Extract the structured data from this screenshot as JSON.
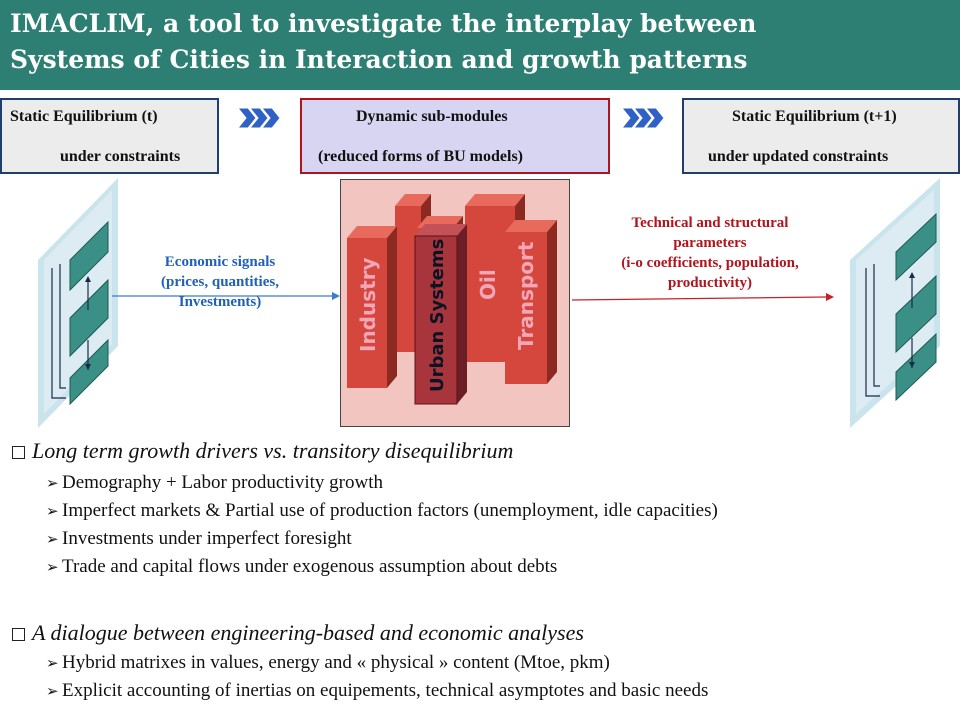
{
  "title": {
    "line1": "IMACLIM, a tool to investigate the interplay between",
    "line2": "Systems of Cities in Interaction and growth patterns"
  },
  "boxes": {
    "left": {
      "line1": "Static Equilibrium (t)",
      "line2": "under constraints"
    },
    "middle": {
      "line1": "Dynamic sub-modules",
      "line2": "(reduced forms of BU models)"
    },
    "right": {
      "line1": "Static Equilibrium (t+1)",
      "line2": "under updated  constraints"
    }
  },
  "modules": {
    "industry": "Industry",
    "oil": "Oil",
    "transport": "Transport",
    "urban_systems": "Urban Systems"
  },
  "signals": {
    "economic": {
      "line1": "Economic signals",
      "line2": "(prices, quantities,",
      "line3": "Investments)"
    },
    "technical": {
      "line1": "Technical and structural",
      "line2": "parameters",
      "line3": "(i-o coefficients, population,",
      "line4": "productivity)"
    }
  },
  "section1": {
    "heading": "Long term growth drivers vs. transitory disequilibrium",
    "bullets": [
      "Demography + Labor productivity growth",
      "Imperfect markets & Partial use of production factors (unemployment, idle capacities)",
      "Investments under imperfect foresight",
      "Trade and capital flows under exogenous assumption about debts"
    ]
  },
  "section2": {
    "heading": "A dialogue  between engineering-based and economic analyses",
    "bullets": [
      "Hybrid matrixes in values, energy and « physical » content  (Mtoe, pkm)",
      "Explicit accounting of inertias on equipements, technical asymptotes and basic needs"
    ]
  },
  "colors": {
    "header_bg": "#2e7f73",
    "accent_blue": "#1f60b8",
    "accent_red": "#b1141d",
    "block_red": "#d5473c",
    "block_dark_red": "#a8343c",
    "panel_teal": "#3a8f86"
  }
}
